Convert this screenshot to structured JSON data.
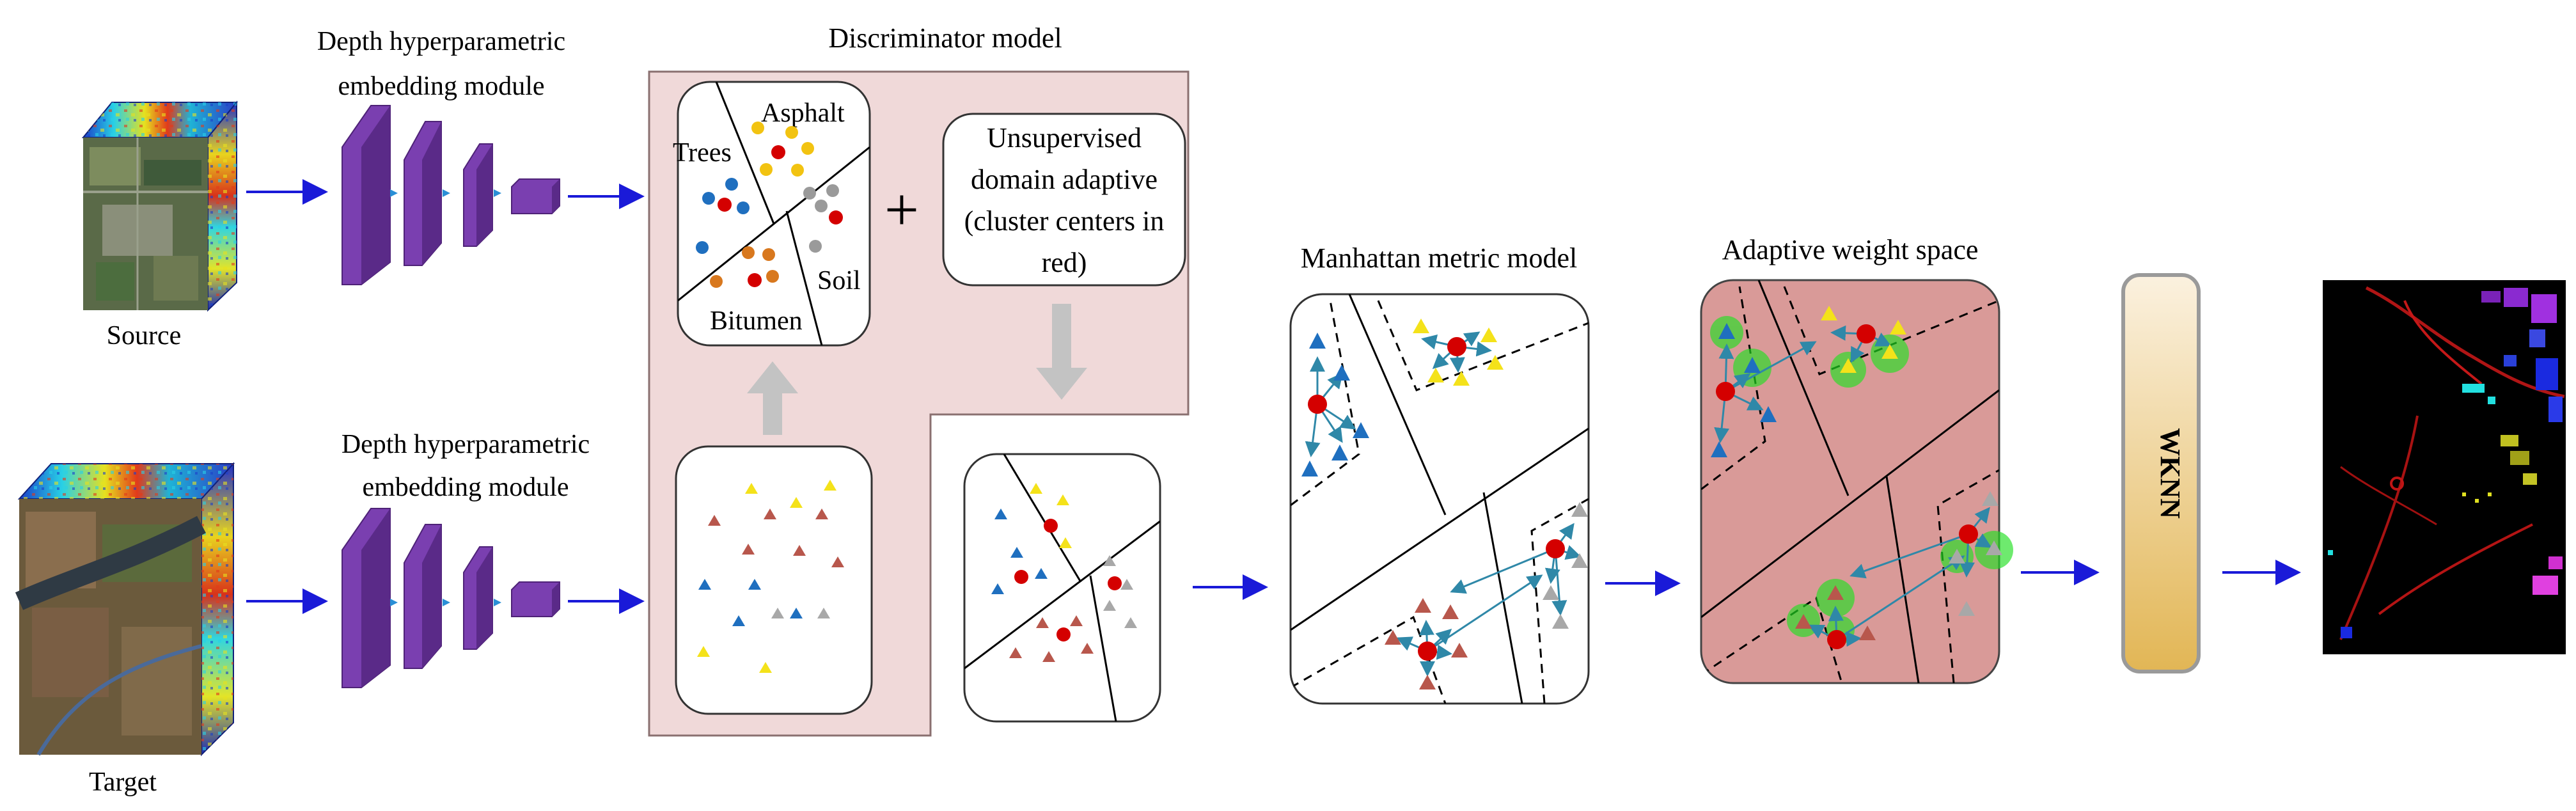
{
  "labels": {
    "source": "Source",
    "target": "Target",
    "embed_line1": "Depth hyperparametric",
    "embed_line2": "embedding module",
    "discriminator": "Discriminator model",
    "asphalt": "Asphalt",
    "trees": "Trees",
    "soil": "Soil",
    "bitumen": "Bitumen",
    "plus": "+",
    "uda_line1": "Unsupervised",
    "uda_line2": "domain adaptive",
    "uda_line3": "(cluster centers in",
    "uda_line4": "red)",
    "manhattan": "Manhattan metric model",
    "adaptive": "Adaptive weight space",
    "wknn": "WKNN"
  },
  "colors": {
    "arrow": "#1a1ad8",
    "module": "#7a3fb0",
    "module_dark": "#4e2277",
    "chevron": "#2a8fd6",
    "disc_bg": "#f0d9d9",
    "adaptive_bg": "#d99a98",
    "wknn_top": "#fbf1df",
    "wknn_bottom": "#e2b655",
    "cluster_center": "#d40000",
    "highlight": "#22e022",
    "blue_class": "#1f6fbf",
    "yellow_class": "#f4e21a",
    "brown_class": "#b8574c",
    "gray_class": "#a8a8a8",
    "orange_class": "#e08a1e"
  }
}
